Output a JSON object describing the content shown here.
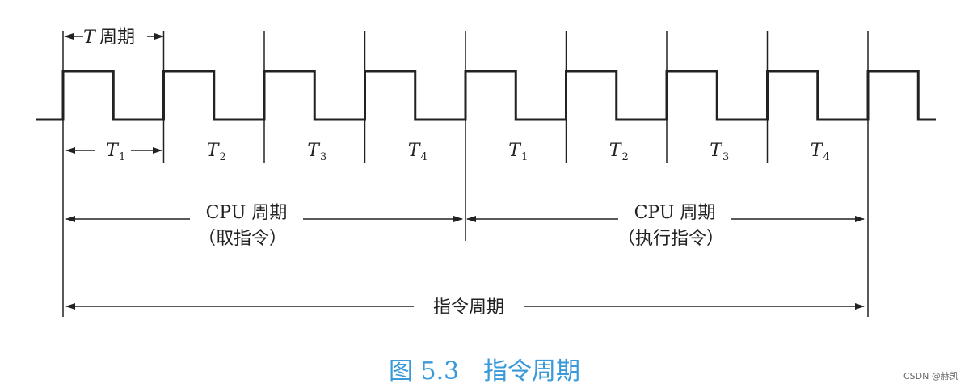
{
  "labels": {
    "period_t_letter": "T",
    "period_t_cn": "周期",
    "cpu_cycle": "CPU 周期",
    "fetch": "（取指令）",
    "execute": "（执行指令）",
    "instruction_cycle": "指令周期"
  },
  "t_labels": [
    {
      "letter": "T",
      "sub": "1"
    },
    {
      "letter": "T",
      "sub": "2"
    },
    {
      "letter": "T",
      "sub": "3"
    },
    {
      "letter": "T",
      "sub": "4"
    },
    {
      "letter": "T",
      "sub": "1"
    },
    {
      "letter": "T",
      "sub": "2"
    },
    {
      "letter": "T",
      "sub": "3"
    },
    {
      "letter": "T",
      "sub": "4"
    }
  ],
  "caption": {
    "figure": "图 5.3",
    "title": "指令周期"
  },
  "watermark": "CSDN @赫凯",
  "colors": {
    "line": "#222222",
    "caption": "#3a9ad9"
  }
}
